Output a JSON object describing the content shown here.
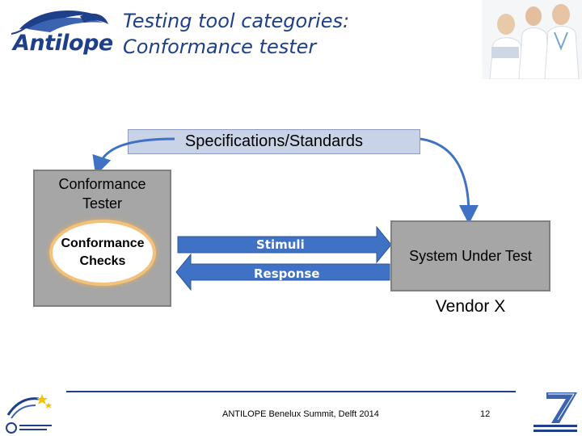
{
  "logo": {
    "text": "Antilope"
  },
  "title": {
    "line1": "Testing tool categories:",
    "line2": "Conformance tester"
  },
  "diagram": {
    "specs_label": "Specifications/Standards",
    "tester_label_line1": "Conformance",
    "tester_label_line2": "Tester",
    "checks_line1": "Conformance",
    "checks_line2": "Checks",
    "stimuli_label": "Stimuli",
    "response_label": "Response",
    "sut_label": "System Under Test",
    "vendor_label": "Vendor X"
  },
  "footer": {
    "text": "ANTILOPE Benelux Summit, Delft 2014",
    "page": "12"
  },
  "colors": {
    "title": "#1e3f8a",
    "arrow": "#3f72c4",
    "box": "#a6a6a6",
    "spec_box": "#c9d3e8"
  }
}
